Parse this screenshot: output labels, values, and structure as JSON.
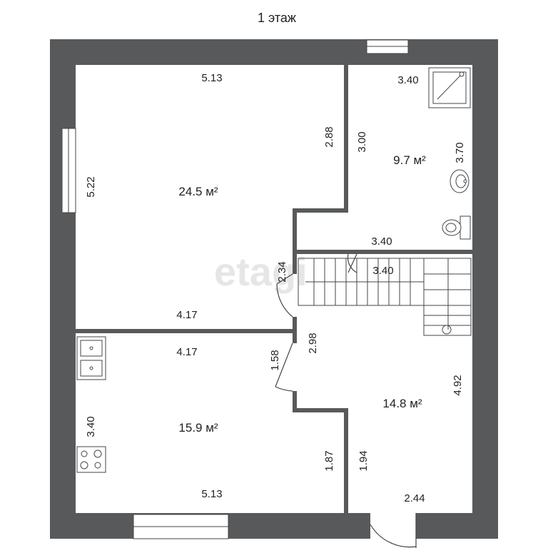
{
  "title": "1 этаж",
  "watermark": "etagi",
  "colors": {
    "wall": "#58595b",
    "line": "#444444"
  },
  "rooms": [
    {
      "id": "living",
      "area": "24.5 м²"
    },
    {
      "id": "bath",
      "area": "9.7 м²"
    },
    {
      "id": "kitchen",
      "area": "15.9 м²"
    },
    {
      "id": "hall",
      "area": "14.8 м²"
    }
  ],
  "dimensions": [
    "5.13",
    "5.22",
    "2.88",
    "4.17",
    "2.34",
    "3.40",
    "3.00",
    "3.70",
    "3.40",
    "3.40",
    "4.17",
    "1.58",
    "2.98",
    "3.40",
    "1.87",
    "5.13",
    "1.94",
    "4.92",
    "2.44"
  ]
}
